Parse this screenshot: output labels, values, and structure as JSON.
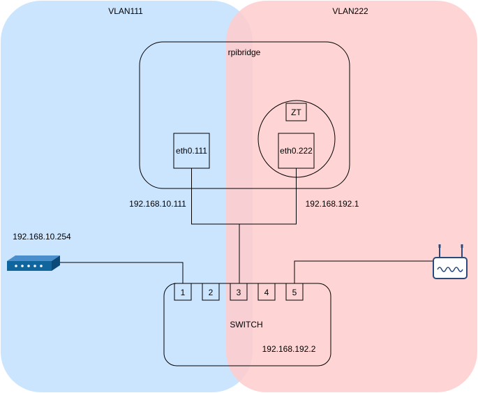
{
  "zones": {
    "vlan111": {
      "label": "VLAN111",
      "color": "#cce5ff"
    },
    "vlan222": {
      "label": "VLAN222",
      "color": "#ffcccc"
    }
  },
  "rpibridge": {
    "label": "rpibridge",
    "zt_label": "ZT",
    "iface_111": "eth0.111",
    "iface_222": "eth0.222",
    "ip_111": "192.168.10.111",
    "ip_222": "192.168.192.1"
  },
  "switch": {
    "label": "SWITCH",
    "ip": "192.168.192.2",
    "ports": [
      "1",
      "2",
      "3",
      "4",
      "5"
    ]
  },
  "devices": {
    "hub_ip": "192.168.10.254",
    "hub_icon": "network-hub-icon",
    "router_icon": "wifi-router-icon",
    "hub_color": "#10659c",
    "router_color": "#2a4a7a"
  }
}
